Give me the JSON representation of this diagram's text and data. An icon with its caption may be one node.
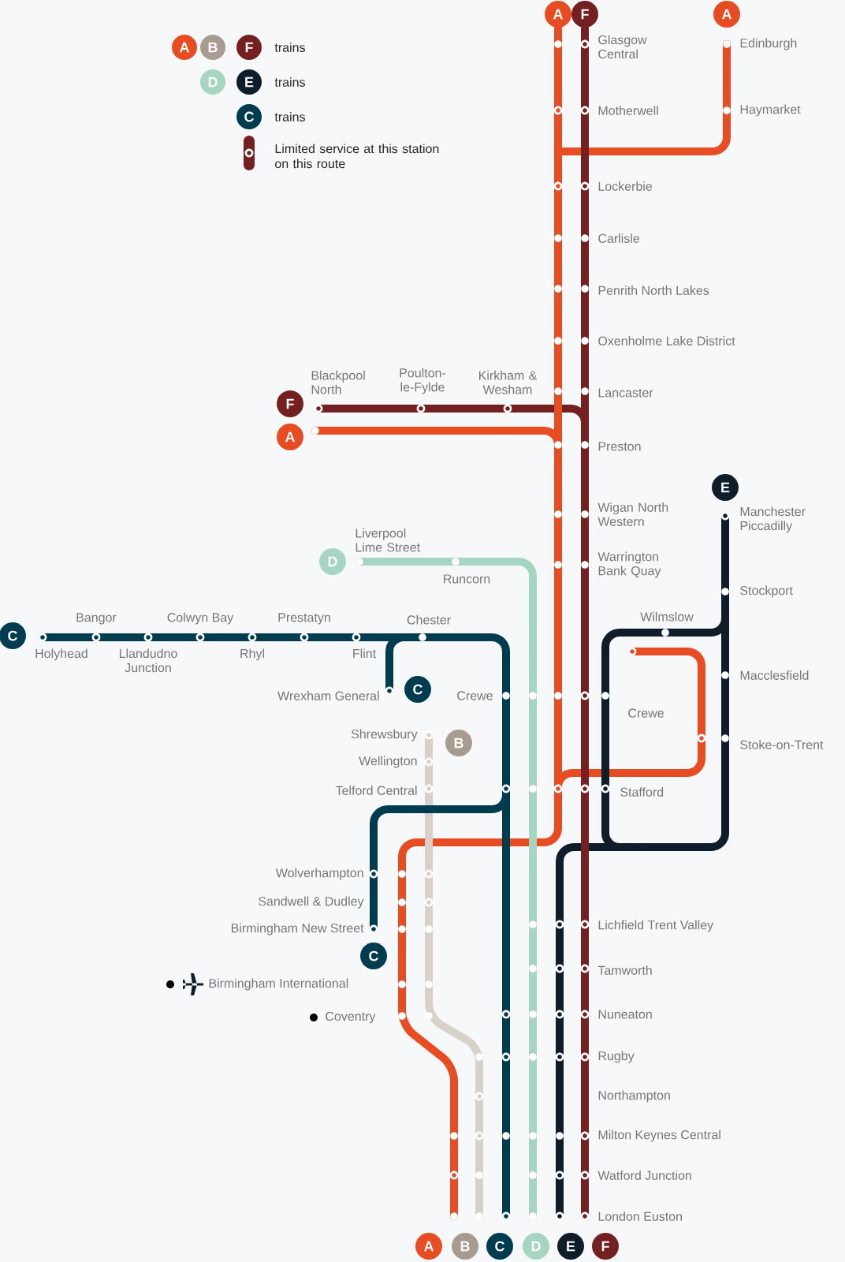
{
  "diagram": {
    "nodes": [
      {
        "text": [
          "A"
        ]
      },
      {
        "text": [
          "F"
        ]
      },
      {
        "text": [
          "A"
        ]
      },
      {
        "text": [
          "A"
        ]
      },
      {
        "text": [
          "B"
        ]
      },
      {
        "text": [
          "F"
        ]
      },
      {
        "text": [
          "D"
        ]
      },
      {
        "text": [
          "E"
        ]
      },
      {
        "text": [
          "C"
        ]
      },
      {
        "text": [
          "F"
        ]
      },
      {
        "text": [
          "A"
        ]
      },
      {
        "text": [
          "E"
        ]
      },
      {
        "text": [
          "D"
        ]
      },
      {
        "text": [
          "C"
        ]
      },
      {
        "text": [
          "C"
        ]
      },
      {
        "text": [
          "B"
        ]
      },
      {
        "text": [
          "C"
        ]
      },
      {
        "text": [
          "A"
        ]
      },
      {
        "text": [
          "B"
        ]
      },
      {
        "text": [
          "C"
        ]
      },
      {
        "text": [
          "D"
        ]
      },
      {
        "text": [
          "E"
        ]
      },
      {
        "text": [
          "F"
        ]
      }
    ],
    "labels": [
      "Glasgow Central",
      "Edinburgh",
      "Motherwell",
      "Haymarket",
      "Lockerbie",
      "Carlisle",
      "Penrith North Lakes",
      "Oxenholme Lake District",
      "Blackpool North",
      "Poulton-le-Fylde",
      "Kirkham & Wesham",
      "Lancaster",
      "Preston",
      "Wigan North Western",
      "Manchester Piccadilly",
      "Liverpool Lime Street",
      "Warrington Bank Quay",
      "Runcorn",
      "Stockport",
      "Bangor",
      "Colwyn Bay",
      "Prestatyn",
      "Chester",
      "Wilmslow",
      "Holyhead",
      "Llandudno Junction",
      "Rhyl",
      "Flint",
      "Macclesfield",
      "Wrexham General",
      "Crewe",
      "Crewe",
      "Shrewsbury",
      "Stoke-on-Trent",
      "Wellington",
      "Telford Central",
      "Stafford",
      "Wolverhampton",
      "Sandwell & Dudley",
      "Birmingham New Street",
      "Lichfield Trent Valley",
      "Tamworth",
      "Birmingham International",
      "Coventry",
      "Nuneaton",
      "Rugby",
      "Northampton",
      "Milton Keynes Central",
      "Watford Junction",
      "London Euston"
    ],
    "legend": [
      {
        "text": "trains"
      },
      {
        "text": "trains"
      },
      {
        "text": "trains"
      },
      {
        "text": "Limited service at this station on this route"
      }
    ]
  }
}
